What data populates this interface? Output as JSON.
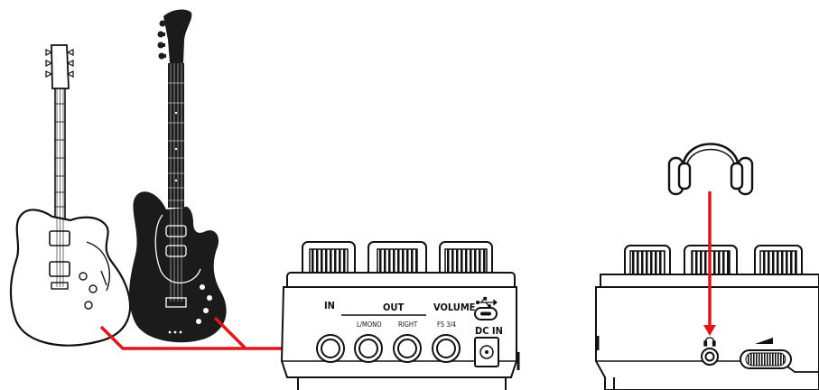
{
  "panels": {
    "input": "IN",
    "output_group": "OUT",
    "output_left": "L/MONO",
    "output_right": "RIGHT",
    "volume": "VOLUME",
    "footswitch": "FS 3/4",
    "power": "DC IN",
    "usb_icon": "usb-icon"
  },
  "colors": {
    "cable": "#e3151a",
    "outline": "#111111",
    "bass_body": "#1b1b1b",
    "background": "#ffffff"
  },
  "icons": [
    "guitar-icon",
    "bass-guitar-icon",
    "headphones-icon",
    "headphone-jack-icon",
    "usb-icon",
    "volume-wheel-icon"
  ]
}
